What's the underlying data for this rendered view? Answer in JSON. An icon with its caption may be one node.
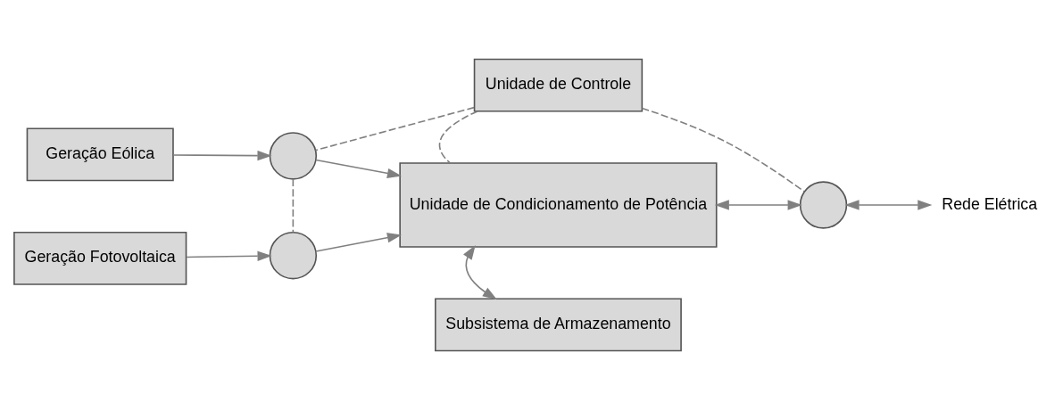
{
  "diagram": {
    "nodes": [
      {
        "text": [
          "Geração Eólica"
        ]
      },
      {
        "text": [
          "Geração Fotovoltaica"
        ]
      },
      {
        "text": [],
        "shape": "circle"
      },
      {
        "text": [],
        "shape": "circle"
      },
      {
        "text": [
          "Unidade de Controle"
        ]
      },
      {
        "text": [
          "Unidade de Condicionamento de Potência"
        ]
      },
      {
        "text": [
          "Subsistema de Armazenamento"
        ]
      },
      {
        "text": [],
        "shape": "circle"
      },
      {
        "text": [
          "Rede Elétrica"
        ]
      }
    ],
    "edges": [
      {
        "from": 0,
        "to": 2,
        "arrow": "to"
      },
      {
        "from": 1,
        "to": 3,
        "arrow": "to"
      },
      {
        "from": 2,
        "to": 5,
        "arrow": "to"
      },
      {
        "from": 3,
        "to": 5,
        "arrow": "to"
      },
      {
        "from": 5,
        "to": 7,
        "arrow": "both"
      },
      {
        "from": 7,
        "to": 8,
        "arrow": "both"
      },
      {
        "from": 5,
        "to": 6,
        "arrow": "both"
      },
      {
        "from": 4,
        "to": 2,
        "arrow": "none",
        "style": "dashed"
      },
      {
        "from": 2,
        "to": 3,
        "arrow": "none",
        "style": "dashed"
      },
      {
        "from": 4,
        "to": 5,
        "arrow": "none",
        "style": "dashed"
      },
      {
        "from": 4,
        "to": 7,
        "arrow": "none",
        "style": "dashed"
      }
    ]
  }
}
